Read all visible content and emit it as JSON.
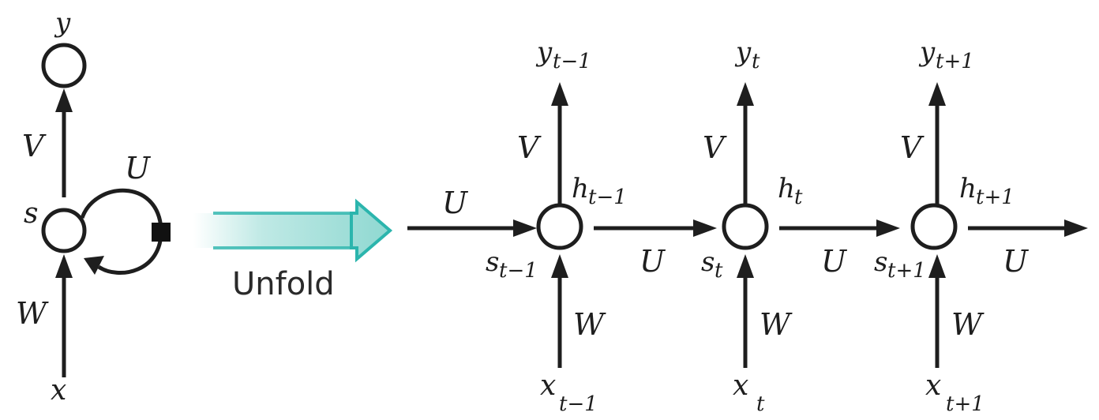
{
  "folded": {
    "output": "y",
    "state": "s",
    "input": "x",
    "weight_in": "W",
    "weight_out": "V",
    "weight_recur": "U"
  },
  "unfold_label": "Unfold",
  "colors": {
    "arrow_teal": "#2bb5ad",
    "ink": "#1e1e1e"
  },
  "timesteps": [
    {
      "y": "y",
      "y_sub": "t−1",
      "h": "h",
      "h_sub": "t−1",
      "s": "s",
      "s_sub": "t−1",
      "x": "x",
      "x_sub": "t−1",
      "V": "V",
      "W": "W",
      "U": "U"
    },
    {
      "y": "y",
      "y_sub": "t",
      "h": "h",
      "h_sub": "t",
      "s": "s",
      "s_sub": "t",
      "x": "x",
      "x_sub": "t",
      "V": "V",
      "W": "W",
      "U": "U"
    },
    {
      "y": "y",
      "y_sub": "t+1",
      "h": "h",
      "h_sub": "t+1",
      "s": "s",
      "s_sub": "t+1",
      "x": "x",
      "x_sub": "t+1",
      "V": "V",
      "W": "W",
      "U": "U"
    }
  ],
  "incoming_U": "U"
}
